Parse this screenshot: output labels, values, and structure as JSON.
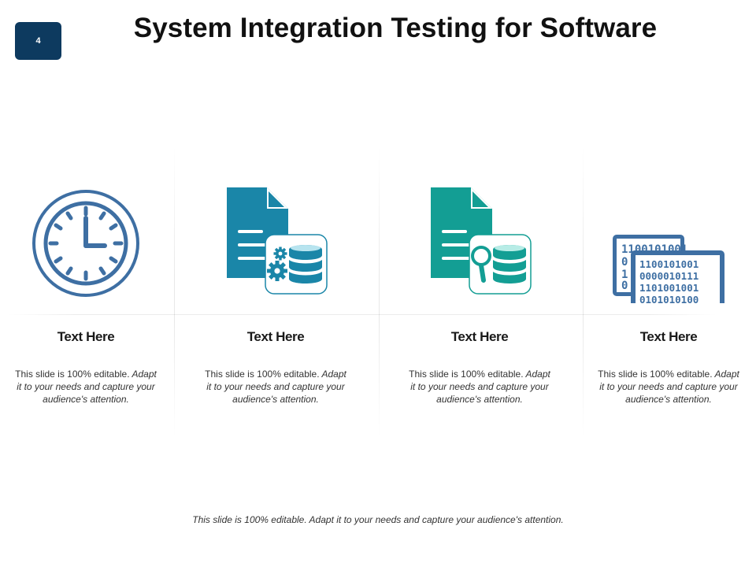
{
  "slide": {
    "number": "4",
    "title": "System Integration Testing for Software"
  },
  "colors": {
    "badge": "#0d3a5f",
    "icon_blue": "#3e6fa3",
    "icon_teal_blue": "#1a86a8",
    "icon_teal": "#139e94"
  },
  "columns": [
    {
      "heading": "Text Here",
      "body_start": "This slide is 100% editable.",
      "body_rest": " Adapt it to your needs and capture your audience's attention.",
      "icon": "clock-icon"
    },
    {
      "heading": "Text Here",
      "body_start": "This slide is 100% editable.",
      "body_rest": " Adapt it to your needs and capture your audience's attention.",
      "icon": "document-database-gear-icon"
    },
    {
      "heading": "Text Here",
      "body_start": "This slide is 100% editable.",
      "body_rest": " Adapt it to your needs and capture your audience's attention.",
      "icon": "document-database-search-icon"
    },
    {
      "heading": "Text Here",
      "body_start": "This slide is 100% editable.",
      "body_rest": " Adapt it to your needs and capture your audience's attention.",
      "icon": "binary-monitors-icon"
    }
  ],
  "binary": {
    "back": [
      "1100101001",
      "0",
      "1",
      "0"
    ],
    "front": [
      "1100101001",
      "0000010111",
      "1101001001",
      "0101010100"
    ]
  },
  "footer": "This slide is 100% editable. Adapt it to your needs and capture your audience's attention."
}
